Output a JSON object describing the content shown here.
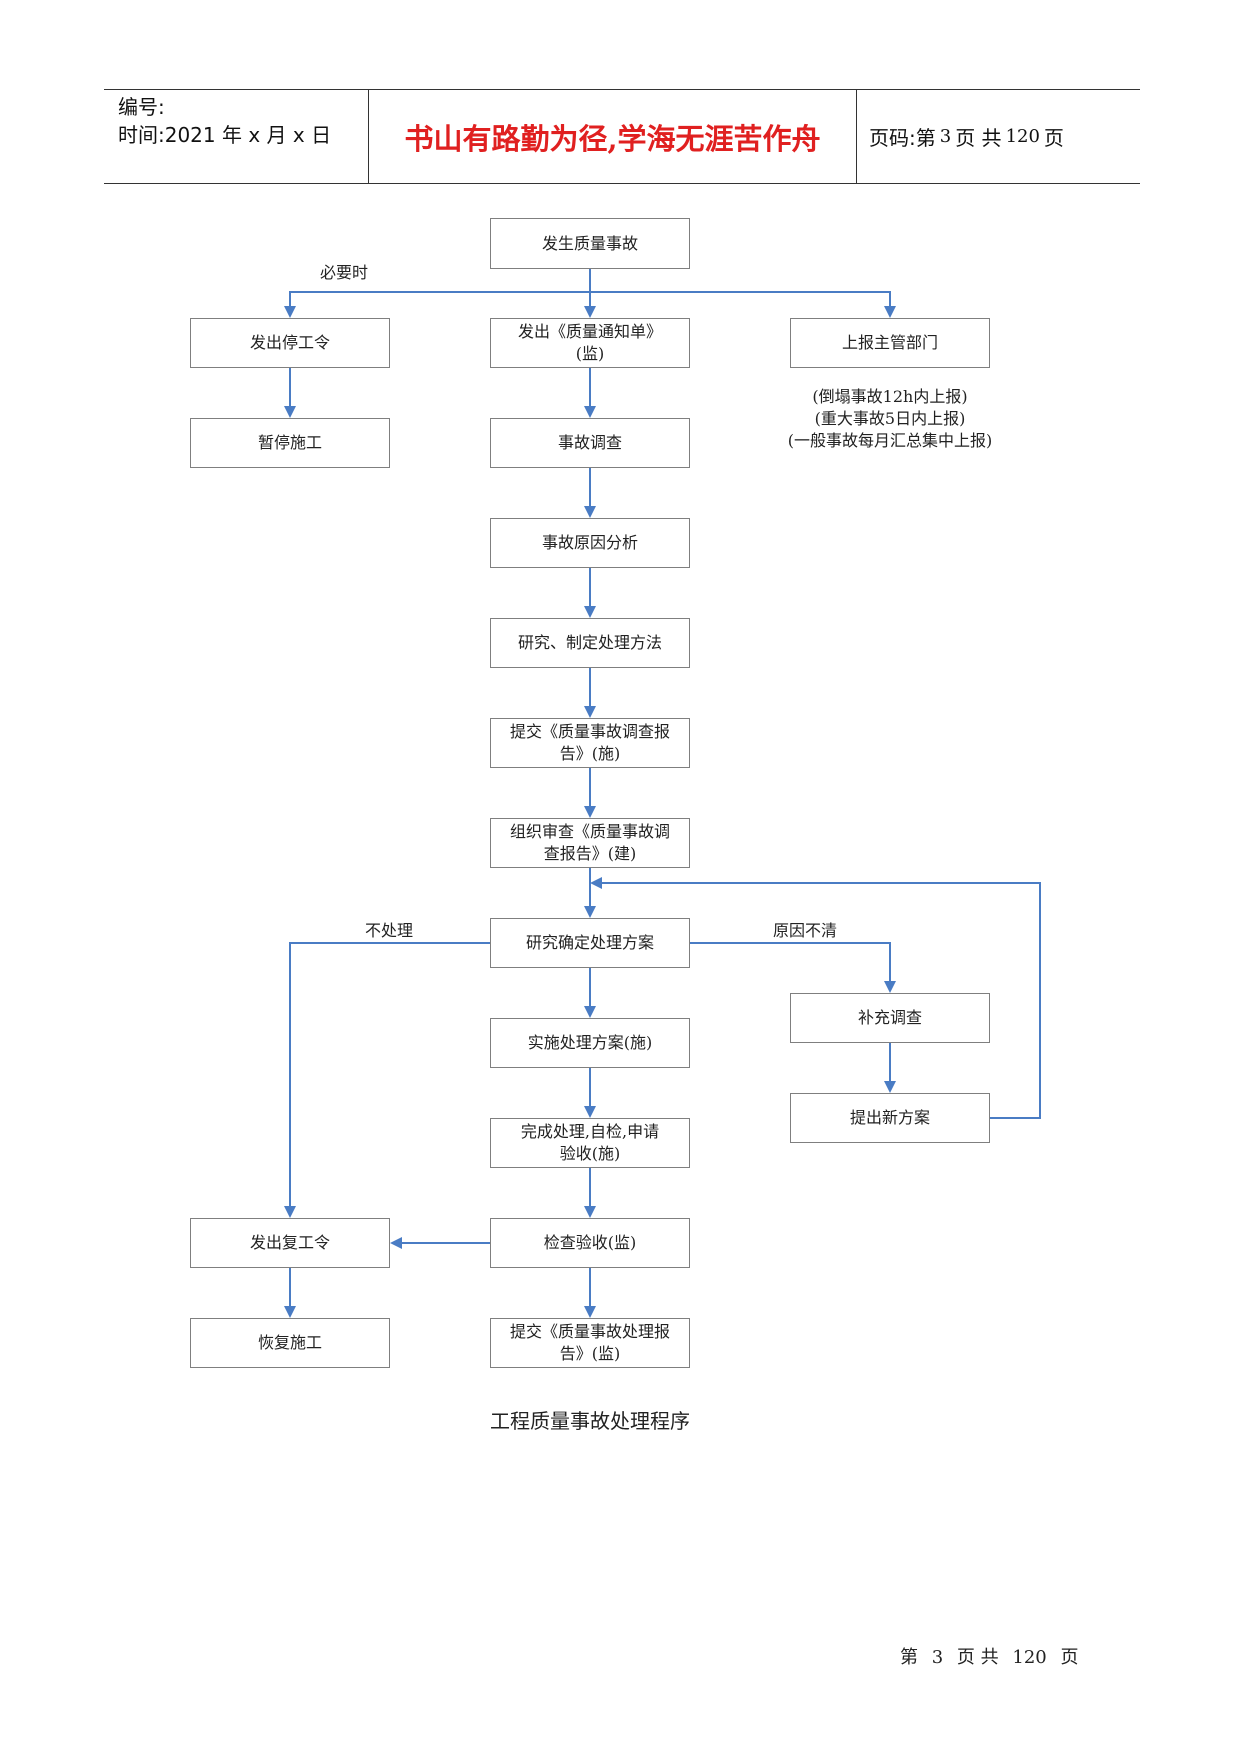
{
  "header": {
    "number_label": "编号:",
    "time_label": "时间:2021 年 x 月 x 日",
    "motto": "书山有路勤为径,学海无涯苦作舟",
    "page_prefix": "页码:第",
    "page_number": "3",
    "page_mid": "页  共",
    "page_total": "120",
    "page_suffix": "页"
  },
  "flow": {
    "start": "发生质量事故",
    "label_necessary": "必要时",
    "stop_order": "发出停工令",
    "pause_work": "暂停施工",
    "notice_line1": "发出《质量通知单》",
    "notice_line2": "(监)",
    "report_dept": "上报主管部门",
    "report_note1": "(倒塌事故12h内上报)",
    "report_note2": "(重大事故5日内上报)",
    "report_note3": "(一般事故每月汇总集中上报)",
    "investigate": "事故调查",
    "cause_analysis": "事故原因分析",
    "study_method": "研究、制定处理方法",
    "submit_report_line1": "提交《质量事故调查报",
    "submit_report_line2": "告》(施)",
    "review_line1": "组织审查《质量事故调",
    "review_line2": "查报告》(建)",
    "decide_plan": "研究确定处理方案",
    "label_no_handle": "不处理",
    "label_cause_unclear": "原因不清",
    "supplement": "补充调查",
    "new_plan": "提出新方案",
    "implement": "实施处理方案(施)",
    "complete_line1": "完成处理,自检,申请",
    "complete_line2": "验收(施)",
    "inspect": "检查验收(监)",
    "resume_order": "发出复工令",
    "resume_work": "恢复施工",
    "final_report_line1": "提交《质量事故处理报",
    "final_report_line2": "告》(监)"
  },
  "caption": "工程质量事故处理程序",
  "footer": {
    "prefix": "第",
    "page": "3",
    "mid": "页 共",
    "total": "120",
    "suffix": "页"
  },
  "colors": {
    "arrow": "#4a7cc4",
    "box_border": "#7f7f7f",
    "motto": "#e02020"
  }
}
